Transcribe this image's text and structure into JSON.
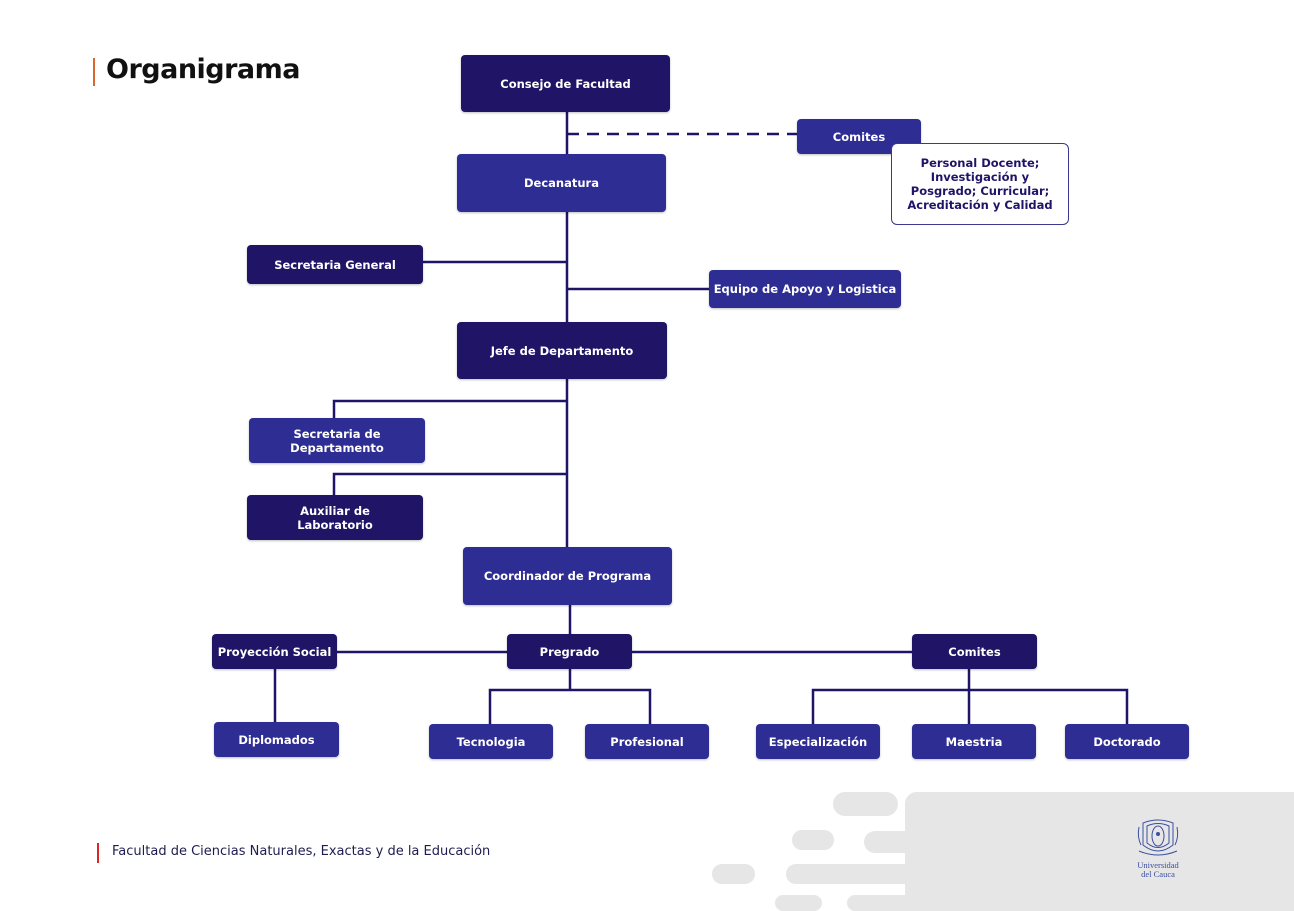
{
  "page": {
    "title": "Organigrama",
    "footer": "Facultad de Ciencias Naturales, Exactas y de la Educación"
  },
  "colors": {
    "dark_box": "#1f1466",
    "mid_box": "#2e2d94",
    "accent": "#d9662e",
    "line": "#1f1466"
  },
  "nodes": {
    "consejo": "Consejo de Facultad",
    "comites_top": "Comites",
    "comites_note": "Personal Docente; Investigación y Posgrado; Curricular; Acreditación y Calidad",
    "decanatura": "Decanatura",
    "secretaria_general": "Secretaria General",
    "equipo_apoyo": "Equipo de Apoyo y Logistica",
    "jefe_departamento": "Jefe de Departamento",
    "secretaria_departamento": "Secretaria de Departamento",
    "auxiliar_laboratorio": "Auxiliar de Laboratorio",
    "coordinador_programa": "Coordinador de Programa",
    "proyeccion_social": "Proyección Social",
    "diplomados": "Diplomados",
    "pregrado": "Pregrado",
    "tecnologia": "Tecnologia",
    "profesional": "Profesional",
    "comites_bottom": "Comites",
    "especializacion": "Especialización",
    "maestria": "Maestria",
    "doctorado": "Doctorado"
  },
  "logo": {
    "icon": "university-crest-icon",
    "line1": "Universidad",
    "line2": "del Cauca"
  }
}
